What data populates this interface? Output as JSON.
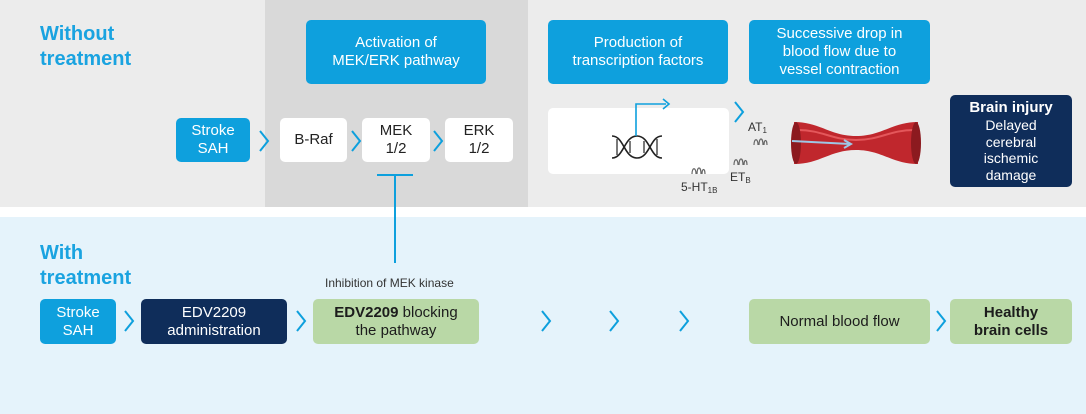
{
  "colors": {
    "accent_blue": "#0ea0dd",
    "navy": "#0f2d5a",
    "green": "#b9d8a6",
    "top_band": "#ececec",
    "mek_band": "#d9d9d9",
    "bottom_band": "#e5f3fb"
  },
  "without_treatment": {
    "title_line1": "Without",
    "title_line2": "treatment",
    "stroke_line1": "Stroke",
    "stroke_line2": "SAH",
    "braf": "B-Raf",
    "mek_line1": "MEK",
    "mek_line2": "1/2",
    "erk_line1": "ERK",
    "erk_line2": "1/2",
    "activation_line1": "Activation of",
    "activation_line2": "MEK/ERK pathway",
    "production_line1": "Production of",
    "production_line2": "transcription factors",
    "drop_line1": "Successive drop in",
    "drop_line2": "blood flow due to",
    "drop_line3": "vessel contraction",
    "receptor_at_main": "AT",
    "receptor_at_sub": "1",
    "receptor_et_main": "ET",
    "receptor_et_sub": "B",
    "receptor_ht_main": "5-HT",
    "receptor_ht_sub": "1B",
    "injury_title": "Brain injury",
    "injury_line1": "Delayed",
    "injury_line2": "cerebral",
    "injury_line3": "ischemic",
    "injury_line4": "damage"
  },
  "with_treatment": {
    "title_line1": "With",
    "title_line2": "treatment",
    "inhibition_label": "Inhibition of MEK kinase",
    "stroke_line1": "Stroke",
    "stroke_line2": "SAH",
    "edv_line1": "EDV2209",
    "edv_line2": "administration",
    "blocking_bold": "EDV2209",
    "blocking_rest": " blocking",
    "blocking_line2": "the pathway",
    "normal_flow": "Normal blood flow",
    "healthy_line1": "Healthy",
    "healthy_line2": "brain cells"
  },
  "icons": [
    "chevron-right-icon",
    "dna-icon",
    "receptor-icon",
    "blood-vessel-icon",
    "inhibition-bar-icon"
  ]
}
